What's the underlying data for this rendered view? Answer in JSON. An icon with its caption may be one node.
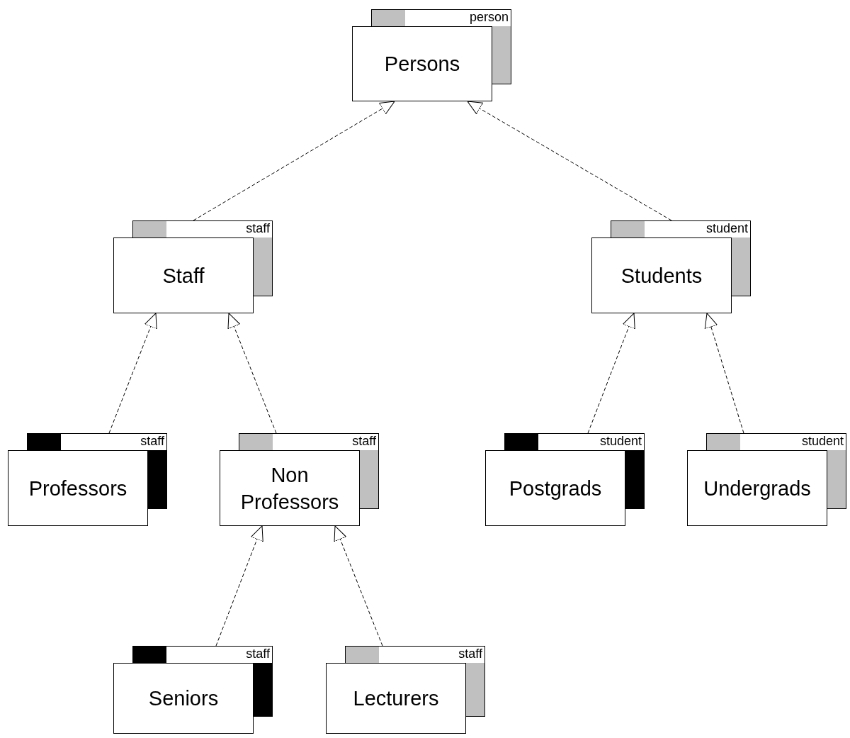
{
  "diagram": {
    "nodes": [
      {
        "text": [
          "person",
          "Persons"
        ]
      },
      {
        "text": [
          "staff",
          "Staff"
        ]
      },
      {
        "text": [
          "student",
          "Students"
        ]
      },
      {
        "text": [
          "staff",
          "Professors"
        ]
      },
      {
        "text": [
          "staff",
          "Non Professors"
        ]
      },
      {
        "text": [
          "student",
          "Postgrads"
        ]
      },
      {
        "text": [
          "student",
          "Undergrads"
        ]
      },
      {
        "text": [
          "staff",
          "Seniors"
        ]
      },
      {
        "text": [
          "staff",
          "Lecturers"
        ]
      }
    ],
    "edges": [
      {
        "from": 1,
        "to": 0,
        "arrow": "to",
        "style": "dashed"
      },
      {
        "from": 2,
        "to": 0,
        "arrow": "to",
        "style": "dashed"
      },
      {
        "from": 3,
        "to": 1,
        "arrow": "to",
        "style": "dashed"
      },
      {
        "from": 4,
        "to": 1,
        "arrow": "to",
        "style": "dashed"
      },
      {
        "from": 5,
        "to": 2,
        "arrow": "to",
        "style": "dashed"
      },
      {
        "from": 6,
        "to": 2,
        "arrow": "to",
        "style": "dashed"
      },
      {
        "from": 7,
        "to": 4,
        "arrow": "to",
        "style": "dashed"
      },
      {
        "from": 8,
        "to": 4,
        "arrow": "to",
        "style": "dashed"
      }
    ]
  }
}
